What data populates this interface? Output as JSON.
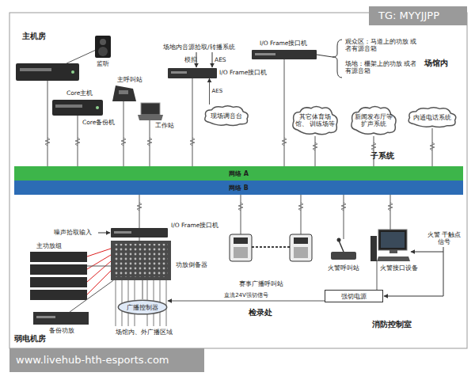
{
  "diagram": {
    "nodes": [
      {
        "text": [
          "Core主机"
        ]
      },
      {
        "text": [
          "Core备份机"
        ]
      },
      {
        "text": [
          "监听"
        ]
      },
      {
        "text": [
          "主呼叫站"
        ]
      },
      {
        "text": [
          "工作站"
        ]
      },
      {
        "text": [
          "I/O Frame接口机"
        ]
      },
      {
        "text": [
          "现场调音台"
        ]
      },
      {
        "text": [
          "I/O Frame接口机"
        ]
      },
      {
        "text": [
          "其它体育场馆、 训练场等"
        ]
      },
      {
        "text": [
          "新闻发布厅等 扩声系统"
        ]
      },
      {
        "text": [
          "内通电话系统"
        ]
      },
      {
        "text": [
          "网络 A"
        ]
      },
      {
        "text": [
          "网络 B"
        ]
      },
      {
        "text": [
          "I/O Frame接口机"
        ]
      },
      {
        "text": [
          "主功放组"
        ]
      },
      {
        "text": [
          "功放倒备器"
        ]
      },
      {
        "text": [
          "备份功放"
        ]
      },
      {
        "text": [
          "广播控制器"
        ]
      },
      {
        "text": [
          "赛事广播呼叫站"
        ]
      },
      {
        "text": [
          "火警呼叫站"
        ]
      },
      {
        "text": [
          "火警接口设备"
        ]
      },
      {
        "text": [
          "强切电源"
        ]
      }
    ],
    "edges": [
      {
        "from": 0,
        "to": 11,
        "arrow": "none"
      },
      {
        "from": 1,
        "to": 11,
        "arrow": "none"
      },
      {
        "from": 2,
        "to": 0,
        "arrow": "none"
      },
      {
        "from": 3,
        "to": 11,
        "arrow": "none"
      },
      {
        "from": 4,
        "to": 11,
        "arrow": "none"
      },
      {
        "from": 5,
        "to": 11,
        "arrow": "none"
      },
      {
        "from": 6,
        "to": 5,
        "label": "AES",
        "arrow": "to"
      },
      {
        "from": 7,
        "to": 11,
        "arrow": "none"
      },
      {
        "from": 8,
        "to": 11,
        "arrow": "none"
      },
      {
        "from": 9,
        "to": 11,
        "arrow": "none"
      },
      {
        "from": 10,
        "to": 11,
        "arrow": "none"
      },
      {
        "from": 12,
        "to": 13,
        "arrow": "none"
      },
      {
        "from": 12,
        "to": 18,
        "arrow": "none"
      },
      {
        "from": 12,
        "to": 19,
        "arrow": "none"
      },
      {
        "from": 12,
        "to": 20,
        "arrow": "none"
      },
      {
        "from": 13,
        "to": 15,
        "arrow": "none"
      },
      {
        "from": 15,
        "to": 14,
        "arrow": "none"
      },
      {
        "from": 15,
        "to": 16,
        "arrow": "none"
      },
      {
        "from": 15,
        "to": 17,
        "arrow": "none"
      },
      {
        "from": 21,
        "to": 17,
        "label": "直流24V强切信号",
        "arrow": "to"
      },
      {
        "from": 21,
        "to": 20,
        "arrow": "none"
      }
    ],
    "labels": [
      "主机房",
      "场地内音源拾取/转播系统",
      "模拟",
      "AES",
      "观众区：马道上的功放 或者有源音箱",
      "场地：栅架上的功放 或者有源音箱",
      "场馆内",
      "子系统",
      "噪声拾取输入",
      "场馆内、外广播区域",
      "弱电机房",
      "检录处",
      "火警 干触点信号",
      "消防控制室",
      "TG: MYYJJPP",
      "www.livehub-hth-esports.com"
    ]
  }
}
